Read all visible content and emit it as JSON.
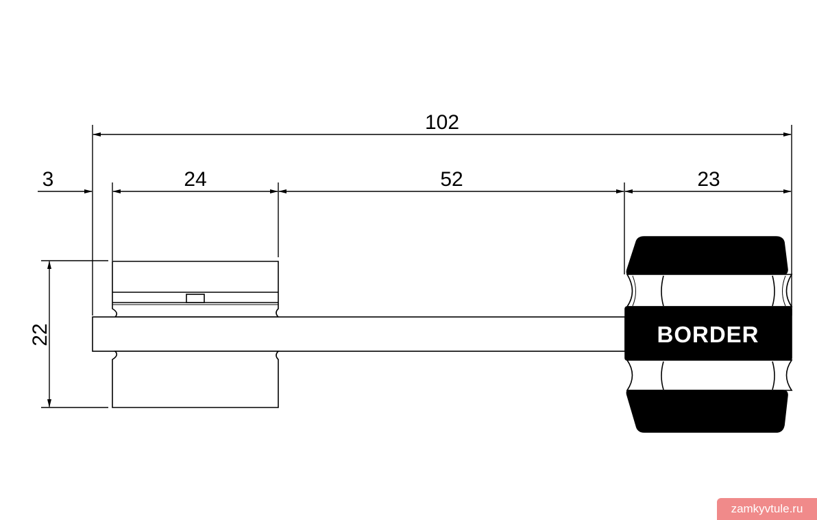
{
  "dimensions": {
    "overall_length": "102",
    "offset": "3",
    "inner_length": "24",
    "shaft_length": "52",
    "knob_length": "23",
    "height": "22"
  },
  "knob_brand": "BORDER",
  "watermark": "zamkyvtule.ru"
}
